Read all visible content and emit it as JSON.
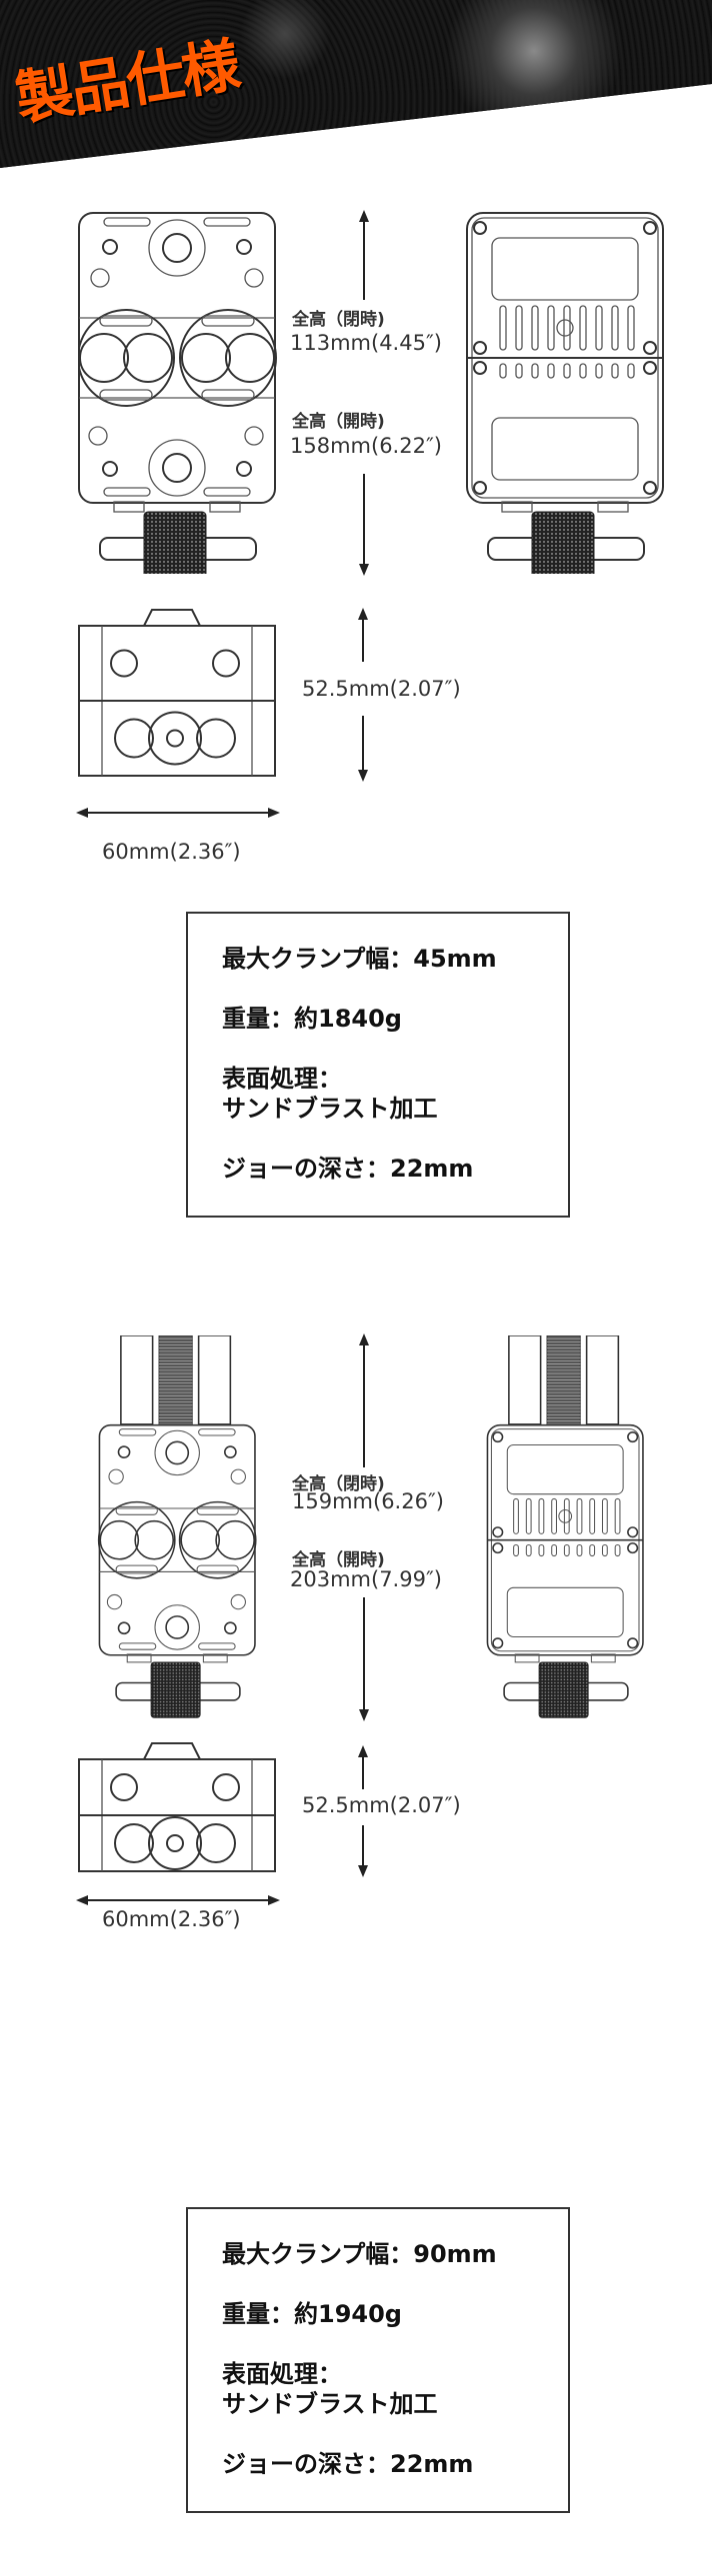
{
  "header": {
    "title": "製品仕様",
    "accent_color": "#ff5a00"
  },
  "variants": [
    {
      "closed_label": "全高（閉時)",
      "closed_value": "113mm(4.45″)",
      "open_label": "全高（開時)",
      "open_value": "158mm(6.22″)",
      "depth_value": "52.5mm(2.07″)",
      "width_value": "60mm(2.36″)",
      "has_rods": false,
      "specs": {
        "max_clamp": "最大クランプ幅：45mm",
        "weight": "重量：約1840g",
        "surface_label": "表面処理：",
        "surface_value": "サンドブラスト加工",
        "jaw_depth": "ジョーの深さ：22mm"
      }
    },
    {
      "closed_label": "全高（閉時)",
      "closed_value": "159mm(6.26″)",
      "open_label": "全高（開時)",
      "open_value": "203mm(7.99″)",
      "depth_value": "52.5mm(2.07″)",
      "width_value": "60mm(2.36″)",
      "has_rods": true,
      "specs": {
        "max_clamp": "最大クランプ幅：90mm",
        "weight": "重量：約1940g",
        "surface_label": "表面処理：",
        "surface_value": "サンドブラスト加工",
        "jaw_depth": "ジョーの深さ：22mm"
      }
    }
  ]
}
